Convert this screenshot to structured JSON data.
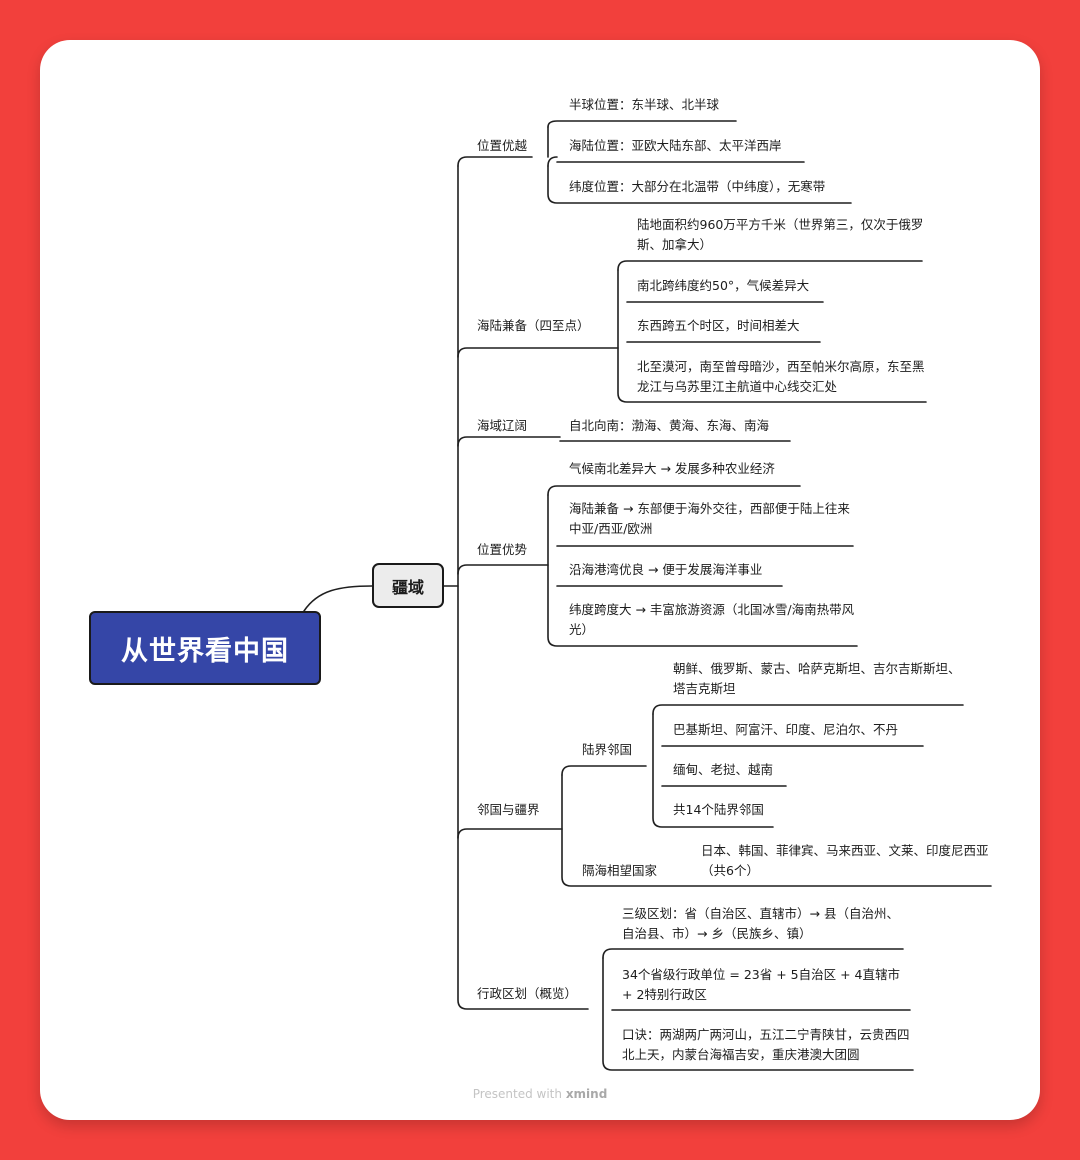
{
  "root": "从世界看中国",
  "main": "疆域",
  "branches": {
    "location": {
      "label": "位置优越",
      "items": [
        "半球位置：东半球、北半球",
        "海陆位置：亚欧大陆东部、太平洋西岸",
        "纬度位置：大部分在北温带（中纬度），无寒带"
      ]
    },
    "size": {
      "label": "海陆兼备（四至点）",
      "items": [
        "陆地面积约960万平方千米（世界第三，仅次于俄罗斯、加拿大）",
        "南北跨纬度约50°，气候差异大",
        "东西跨五个时区，时间相差大",
        "北至漠河，南至曾母暗沙，西至帕米尔高原，东至黑龙江与乌苏里江主航道中心线交汇处"
      ]
    },
    "sea": {
      "label": "海域辽阔",
      "items": [
        "自北向南：渤海、黄海、东海、南海"
      ]
    },
    "advantage": {
      "label": "位置优势",
      "items": [
        "气候南北差异大 → 发展多种农业经济",
        "海陆兼备 → 东部便于海外交往，西部便于陆上往来中亚/西亚/欧洲",
        "沿海港湾优良 → 便于发展海洋事业",
        "纬度跨度大 → 丰富旅游资源（北国冰雪/海南热带风光）"
      ]
    },
    "neighbors": {
      "label": "邻国与疆界",
      "land_label": "陆界邻国",
      "land_items": [
        "朝鲜、俄罗斯、蒙古、哈萨克斯坦、吉尔吉斯斯坦、塔吉克斯坦",
        "巴基斯坦、阿富汗、印度、尼泊尔、不丹",
        "缅甸、老挝、越南",
        "共14个陆界邻国"
      ],
      "sea_label": "隔海相望国家",
      "sea_items": [
        "日本、韩国、菲律宾、马来西亚、文莱、印度尼西亚（共6个）"
      ]
    },
    "admin": {
      "label": "行政区划（概览）",
      "items": [
        "三级区划：省（自治区、直辖市）→ 县（自治州、自治县、市）→ 乡（民族乡、镇）",
        "34个省级行政单位 = 23省 + 5自治区 + 4直辖市 + 2特别行政区",
        "口诀：两湖两广两河山，五江二宁青陕甘，云贵西四北上天，内蒙台海福吉安，重庆港澳大团圆"
      ]
    }
  },
  "footer": {
    "prefix": "Presented with",
    "brand": "xmind"
  }
}
